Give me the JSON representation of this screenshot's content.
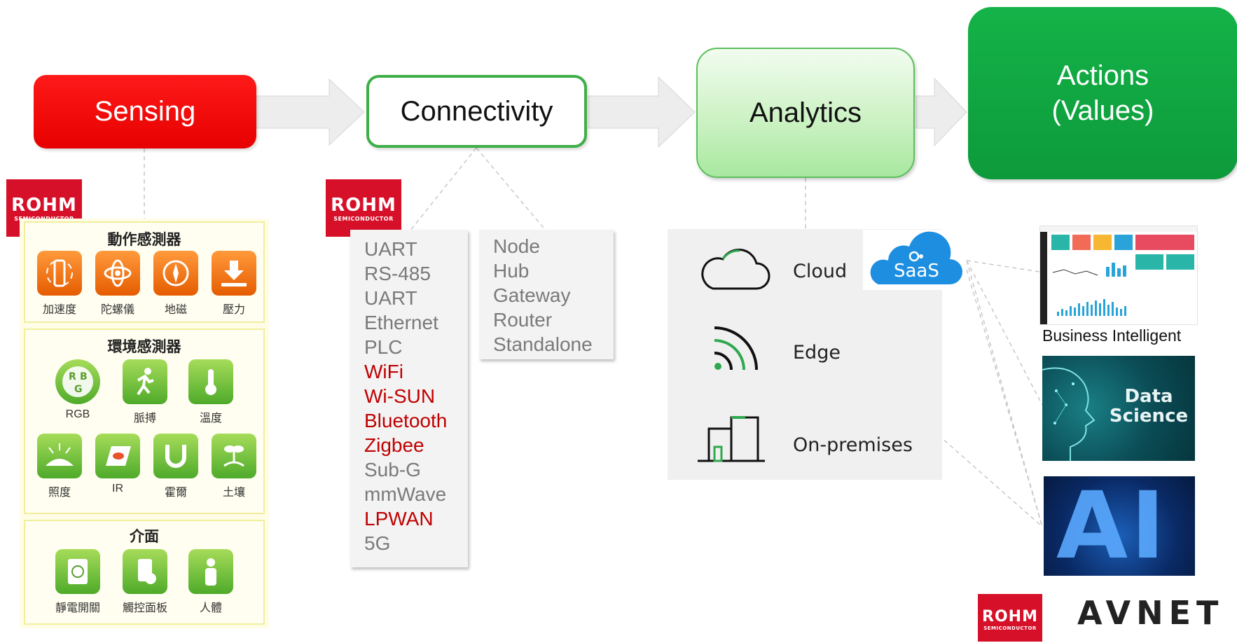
{
  "stages": {
    "sensing": "Sensing",
    "connectivity": "Connectivity",
    "analytics": "Analytics",
    "actions_line1": "Actions",
    "actions_line2": "(Values)"
  },
  "rohm_logo": {
    "name": "ROHM",
    "sub": "SEMICONDUCTOR"
  },
  "sensors": {
    "motion": {
      "title": "動作感測器",
      "items": [
        "加速度",
        "陀螺儀",
        "地磁",
        "壓力"
      ]
    },
    "environment": {
      "title": "環境感測器",
      "items": [
        "RGB",
        "脈搏",
        "溫度",
        "照度",
        "IR",
        "霍爾",
        "土壤"
      ]
    },
    "interface": {
      "title": "介面",
      "items": [
        "靜電開關",
        "觸控面板",
        "人體"
      ]
    }
  },
  "connectivity": {
    "protocols": [
      {
        "label": "UART",
        "highlight": false
      },
      {
        "label": "RS-485",
        "highlight": false
      },
      {
        "label": "UART",
        "highlight": false
      },
      {
        "label": "Ethernet",
        "highlight": false
      },
      {
        "label": "PLC",
        "highlight": false
      },
      {
        "label": "WiFi",
        "highlight": true
      },
      {
        "label": "Wi-SUN",
        "highlight": true
      },
      {
        "label": "Bluetooth",
        "highlight": true
      },
      {
        "label": "Zigbee",
        "highlight": true
      },
      {
        "label": "Sub-G",
        "highlight": false
      },
      {
        "label": "mmWave",
        "highlight": false
      },
      {
        "label": "LPWAN",
        "highlight": true
      },
      {
        "label": "5G",
        "highlight": false
      }
    ],
    "topologies": [
      "Node",
      "Hub",
      "Gateway",
      "Router",
      "Standalone"
    ]
  },
  "analytics": {
    "cloud": "Cloud",
    "edge": "Edge",
    "onprem": "On-premises",
    "saas": "SaaS"
  },
  "actions": {
    "bi_caption": "Business Intelligent",
    "ds_line1": "Data",
    "ds_line2": "Science",
    "ai_text": "AI"
  },
  "avnet_logo": "AVNET",
  "colors": {
    "sensing": "#e60000",
    "connectivity_border": "#3fae49",
    "actions": "#0fa53f",
    "highlight_text": "#c00000",
    "rohm": "#d7102a"
  }
}
